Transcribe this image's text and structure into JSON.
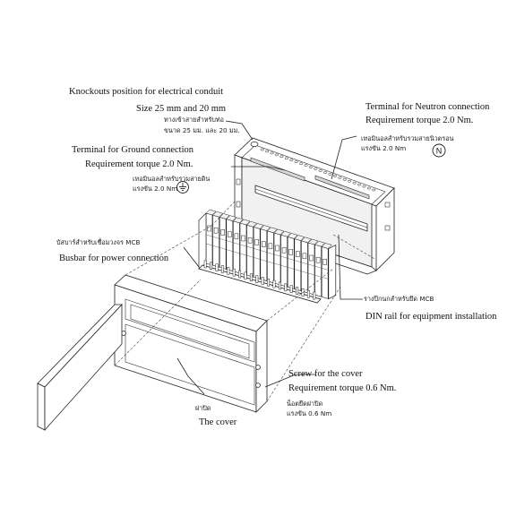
{
  "labels": {
    "knockouts_title": "Knockouts position for electrical conduit",
    "knockouts_size": "Size 25 mm and 20 mm",
    "knockouts_th1": "ทางเข้าสายสำหรับท่อ",
    "knockouts_th2": "ขนาด 25 มม. และ 20 มม.",
    "neutron_title": "Terminal for Neutron connection",
    "neutron_torque": "Requirement torque 2.0 Nm.",
    "neutron_th1": "เทอมินอลสำหรับรวมสายนิวตรอน",
    "neutron_th2": "แรงขัน 2.0 Nm",
    "neutron_symbol": "N",
    "ground_title": "Terminal for Ground connection",
    "ground_torque": "Requirement torque 2.0 Nm.",
    "ground_th1": "เทอมินอลสำหรับรวมสายดิน",
    "ground_th2": "แรงขัน 2.0 Nm",
    "busbar_th": "บัสบาร์สำหรับเชื่อมวงจร MCB",
    "busbar_title": "Busbar for power connection",
    "dinrail_th": "รางปีกนกสำหรับยึด MCB",
    "dinrail_title": "DIN rail for equipment installation",
    "screw_title": "Screw for the cover",
    "screw_torque": "Requirement torque 0.6 Nm.",
    "screw_th1": "น็อตยึดฝาปิด",
    "screw_th2": "แรงขัน 0.6 Nm",
    "cover_th": "ฝาปิด",
    "cover_title": "The cover"
  },
  "components": {
    "breaker_count": 18,
    "busbar_teeth": 20,
    "top_knockouts": 24
  }
}
